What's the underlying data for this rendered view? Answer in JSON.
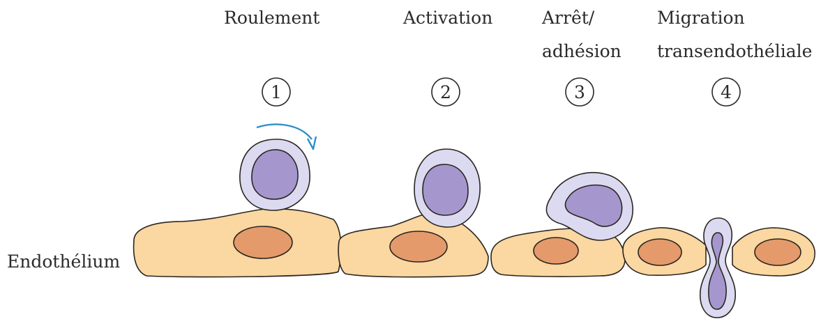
{
  "labels": {
    "step1": "Roulement",
    "step2": "Activation",
    "step3_line1": "Arrêt/",
    "step3_line2": "adhésion",
    "step4_line1": "Migration",
    "step4_line2": "transendothéliale",
    "endothelium": "Endothélium"
  },
  "step_numbers": [
    "1",
    "2",
    "3",
    "4"
  ],
  "colors": {
    "endothelial_cell": "#fbd7a1",
    "endothelial_nucleus": "#e49a6a",
    "leukocyte_cytoplasm": "#dcdaf0",
    "leukocyte_nucleus": "#a597cd",
    "rolling_arrow": "#2f8fc9"
  }
}
